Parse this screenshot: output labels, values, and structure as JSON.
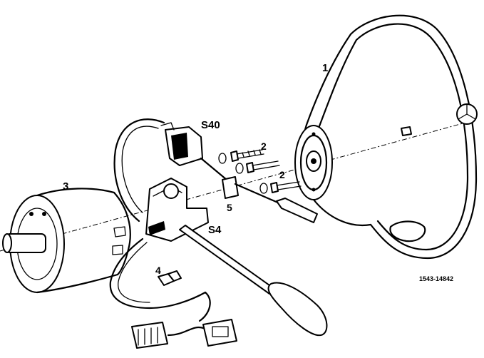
{
  "diagram": {
    "labels": {
      "steering_wheel": "1",
      "screws_upper": "2",
      "screws_lower": "2",
      "column_jacket": "3",
      "clip": "4",
      "plate": "5",
      "switch_s40": "S40",
      "switch_s4": "S4"
    },
    "reference_code": "1543-14842"
  }
}
